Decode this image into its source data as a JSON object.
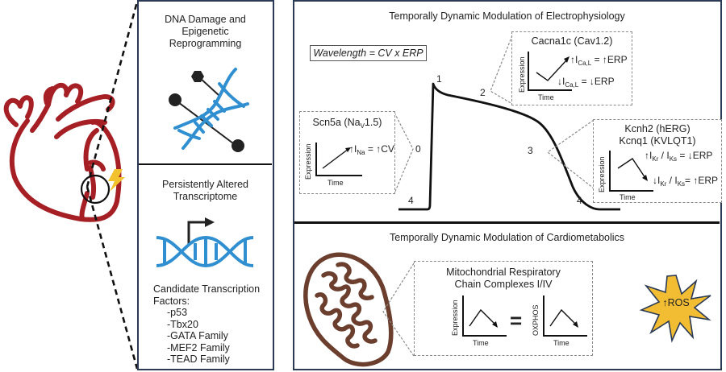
{
  "colors": {
    "panel_border": "#2b3a55",
    "heart": "#a51f24",
    "dna": "#2f8fd1",
    "lightning": "#f2c12e",
    "mitochondria": "#6b3e2e",
    "ros_fill": "#f2bd33",
    "dashed": "#8a8a8a"
  },
  "left_column": {
    "dna_damage": {
      "title_lines": [
        "DNA Damage and",
        "Epigenetic",
        "Reprogramming"
      ],
      "icon": "dna-damage-icon"
    },
    "transcriptome": {
      "title_lines": [
        "Persistently Altered",
        "Transcriptome"
      ],
      "icon": "dna-transcription-icon",
      "factors_heading_lines": [
        "Candidate Transcription",
        "Factors:"
      ],
      "factors": [
        "-p53",
        "-Tbx20",
        "-GATA Family",
        "-MEF2 Family",
        "-TEAD Family"
      ]
    }
  },
  "electrophysiology": {
    "title": "Temporally Dynamic Modulation of Electrophysiology",
    "formula": "Wavelength = CV x ERP",
    "phases": [
      "0",
      "1",
      "2",
      "3",
      "4",
      "4"
    ],
    "scn5a": {
      "title_main": "Scn5a (Na",
      "title_sub": "V",
      "title_end": "1.5)",
      "eq_arrow": "↑I",
      "eq_sub": "Na",
      "eq_rest": " = ↑CV",
      "ylabel": "Expression",
      "xlabel": "Time"
    },
    "cacna1c": {
      "title": "Cacna1c (Cav1.2)",
      "up_arrow": "↑I",
      "up_sub": "Ca,L",
      "up_rest": " = ↑ERP",
      "down_arrow": "↓I",
      "down_sub": "Ca,L",
      "down_rest": " = ↓ERP",
      "ylabel": "Expression",
      "xlabel": "Time"
    },
    "kcnh2": {
      "title_line1": "Kcnh2 (hERG)",
      "title_line2": "Kcnq1 (KVLQT1)",
      "up_a": "↑I",
      "up_sub1": "Kr",
      "up_mid": " / I",
      "up_sub2": "Ks",
      "up_rest": " = ↓ERP",
      "down_a": "↓I",
      "down_sub1": "Kr",
      "down_mid": " / I",
      "down_sub2": "Ks",
      "down_rest": "= ↑ERP",
      "ylabel": "Expression",
      "xlabel": "Time"
    }
  },
  "cardiometabolics": {
    "title": "Temporally Dynamic Modulation of Cardiometabolics",
    "box_title_lines": [
      "Mitochondrial Respiratory",
      "Chain Complexes I/IV"
    ],
    "plot1_ylabel": "Expression",
    "plot1_xlabel": "Time",
    "equals": "=",
    "plot2_ylabel": "OXPHOS",
    "plot2_xlabel": "Time",
    "ros_label": "↑ROS"
  }
}
